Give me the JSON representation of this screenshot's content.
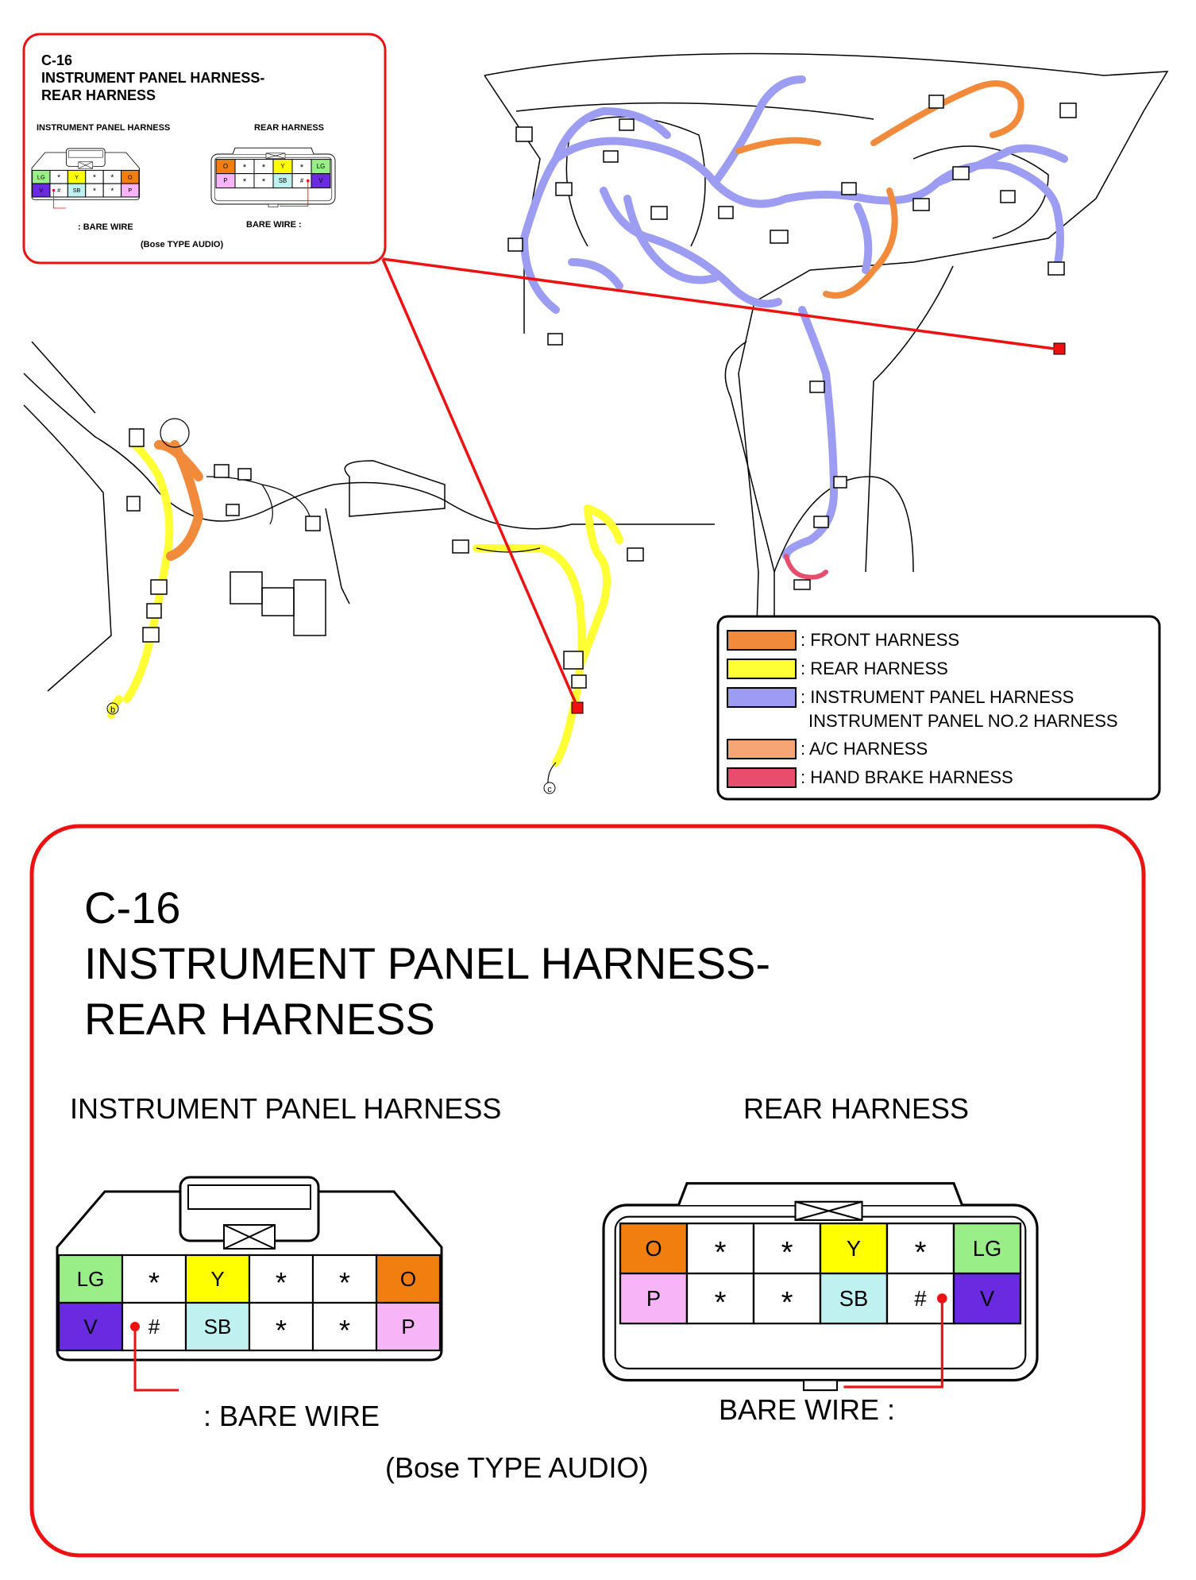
{
  "colors": {
    "front_harness": "#F28A3C",
    "rear_harness": "#FFFF33",
    "instrument_panel_harness": "#9C9CF2",
    "ac_harness": "#F7A575",
    "hand_brake_harness": "#E84D6E",
    "callout_red": "#EE1111",
    "LG": "#99EE88",
    "Y": "#FFFF00",
    "O": "#F07F10",
    "V": "#6A2BE0",
    "SB": "#BFF1F1",
    "P": "#F7B5F7"
  },
  "connector": {
    "id": "C-16",
    "name_line1": "INSTRUMENT PANEL HARNESS-",
    "name_line2": "REAR HARNESS",
    "left_label": "INSTRUMENT PANEL HARNESS",
    "right_label": "REAR HARNESS",
    "bare_wire_left": ": BARE WIRE",
    "bare_wire_right": "BARE WIRE :",
    "note": "(Bose TYPE AUDIO)",
    "ip_pins_top": [
      "LG",
      "*",
      "Y",
      "*",
      "*",
      "O"
    ],
    "ip_pins_bottom": [
      "V",
      "#",
      "SB",
      "*",
      "*",
      "P"
    ],
    "rear_pins_top": [
      "O",
      "*",
      "*",
      "Y",
      "*",
      "LG"
    ],
    "rear_pins_bottom": [
      "P",
      "*",
      "*",
      "SB",
      "#",
      "V"
    ]
  },
  "legend": [
    {
      "label": ": FRONT HARNESS",
      "color": "#F28A3C"
    },
    {
      "label": ": REAR HARNESS",
      "color": "#FFFF33"
    },
    {
      "label": ": INSTRUMENT PANEL HARNESS",
      "label2": "INSTRUMENT PANEL NO.2 HARNESS",
      "color": "#9C9CF2"
    },
    {
      "label": ": A/C HARNESS",
      "color": "#F7A575"
    },
    {
      "label": ": HAND BRAKE HARNESS",
      "color": "#E84D6E"
    }
  ],
  "markers": {
    "b": "b",
    "c": "c"
  }
}
